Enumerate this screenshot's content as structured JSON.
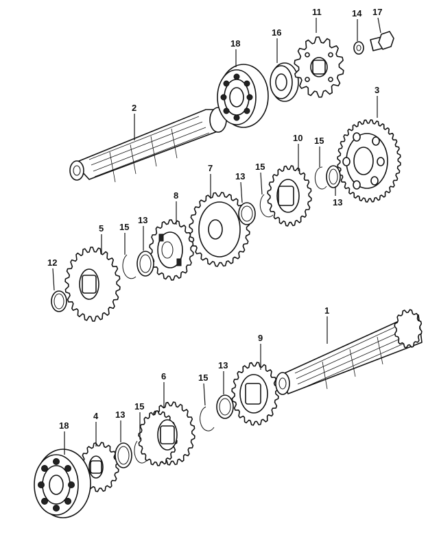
{
  "diagram": {
    "callouts": [
      {
        "id": "c11",
        "text": "11"
      },
      {
        "id": "c14",
        "text": "14"
      },
      {
        "id": "c17",
        "text": "17"
      },
      {
        "id": "c16",
        "text": "16"
      },
      {
        "id": "c18a",
        "text": "18"
      },
      {
        "id": "c2",
        "text": "2"
      },
      {
        "id": "c3",
        "text": "3"
      },
      {
        "id": "c10",
        "text": "10"
      },
      {
        "id": "c15a",
        "text": "15"
      },
      {
        "id": "c7",
        "text": "7"
      },
      {
        "id": "c13a",
        "text": "13"
      },
      {
        "id": "c15b",
        "text": "15"
      },
      {
        "id": "c13b",
        "text": "13"
      },
      {
        "id": "c8",
        "text": "8"
      },
      {
        "id": "c5",
        "text": "5"
      },
      {
        "id": "c15c",
        "text": "15"
      },
      {
        "id": "c13c",
        "text": "13"
      },
      {
        "id": "c12",
        "text": "12"
      },
      {
        "id": "c1",
        "text": "1"
      },
      {
        "id": "c9",
        "text": "9"
      },
      {
        "id": "c6",
        "text": "6"
      },
      {
        "id": "c15d",
        "text": "15"
      },
      {
        "id": "c13d",
        "text": "13"
      },
      {
        "id": "c18b",
        "text": "18"
      },
      {
        "id": "c4",
        "text": "4"
      },
      {
        "id": "c13e",
        "text": "13"
      },
      {
        "id": "c15e",
        "text": "15"
      }
    ]
  }
}
